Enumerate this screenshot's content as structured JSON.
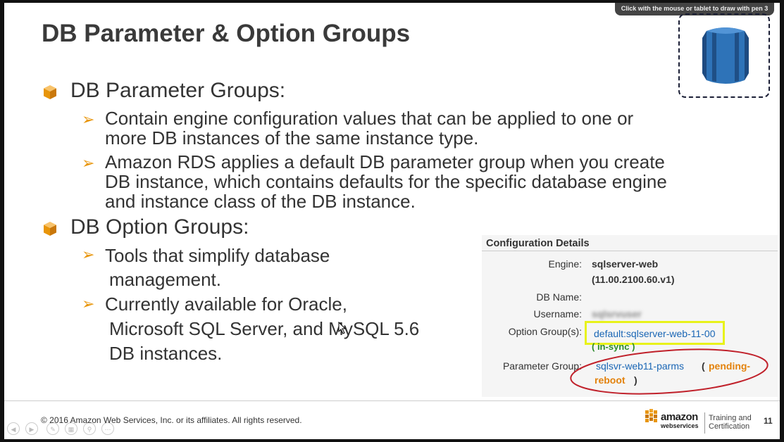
{
  "hint": "Click with the mouse or tablet to draw with pen 3",
  "title": "DB Parameter & Option Groups",
  "sections": [
    {
      "heading": "DB Parameter Groups:",
      "bullets": [
        [
          "Contain engine configuration values that can be applied to one or",
          "more DB instances of the same instance type."
        ],
        [
          "Amazon RDS applies a default DB parameter group when you create",
          "DB instance, which contains defaults for the specific database engine",
          "and instance class of the DB instance."
        ]
      ]
    },
    {
      "heading": "DB Option Groups:",
      "bullets": [
        [
          "Tools that simplify database",
          "management."
        ],
        [
          "Currently available for Oracle,",
          "Microsoft SQL Server, and MySQL 5.6",
          "DB instances."
        ]
      ]
    }
  ],
  "config": {
    "header": "Configuration Details",
    "engine_label": "Engine:",
    "engine_value_1": "sqlserver-web",
    "engine_value_2": "(11.00.2100.60.v1)",
    "dbname_label": "DB Name:",
    "username_label": "Username:",
    "username_value": "sqlsrvuser",
    "option_label": "Option Group(s):",
    "option_value": "default:sqlserver-web-11-00",
    "option_status": "( in-sync )",
    "param_label": "Parameter Group:",
    "param_value": "sqlsvr-web11-parms",
    "param_status_open": "(",
    "param_status_1": "pending-",
    "param_status_2": "reboot",
    "param_status_close": ")"
  },
  "footer": {
    "copyright": "© 2016 Amazon Web Services, Inc. or its affiliates. All rights reserved.",
    "aws_word": "amazon",
    "aws_sub": "webservices",
    "tc_line1": "Training and",
    "tc_line2": "Certification",
    "page_number": "11"
  },
  "colors": {
    "accent_orange": "#e8950a",
    "link_blue": "#1a66b5",
    "highlight_yellow": "#e8f21a",
    "circle_red": "#c0202a",
    "rds_blue": "#2e73b8"
  }
}
